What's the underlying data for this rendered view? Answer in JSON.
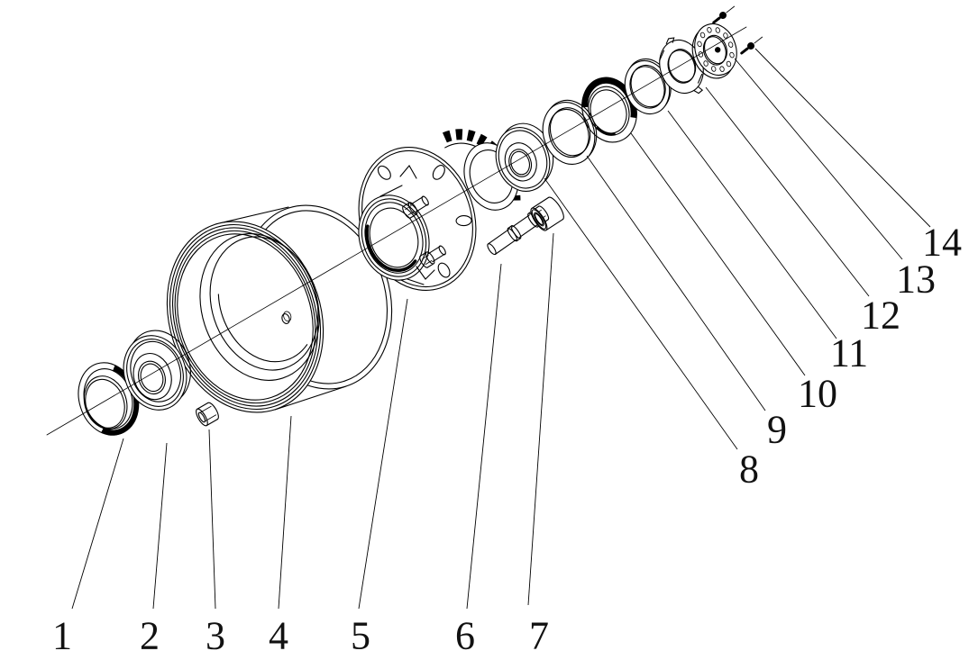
{
  "figure": {
    "background": "#ffffff",
    "line_color": "#000000",
    "label_color": "#111111",
    "label_font_size": 44,
    "type": "exploded-assembly-diagram"
  },
  "callouts": [
    {
      "label": "1",
      "part": "seal-ring-inner",
      "text": [
        69,
        706
      ],
      "leader": [
        137,
        487,
        80,
        676
      ]
    },
    {
      "label": "2",
      "part": "inner-tapered-bearing",
      "text": [
        166,
        706
      ],
      "leader": [
        185,
        492,
        170,
        676
      ]
    },
    {
      "label": "3",
      "part": "hex-nut",
      "text": [
        239,
        706
      ],
      "leader": [
        232,
        477,
        239,
        676
      ]
    },
    {
      "label": "4",
      "part": "brake-drum",
      "text": [
        309,
        706
      ],
      "leader": [
        323,
        462,
        309,
        676
      ]
    },
    {
      "label": "5",
      "part": "wheel-hub",
      "text": [
        400,
        706
      ],
      "leader": [
        452,
        332,
        398,
        676
      ]
    },
    {
      "label": "6",
      "part": "wheel-stud-bolt",
      "text": [
        516,
        706
      ],
      "leader": [
        556,
        293,
        518,
        676
      ]
    },
    {
      "label": "7",
      "part": "spacer-sleeve",
      "text": [
        598,
        706
      ],
      "leader": [
        614,
        259,
        586,
        672
      ]
    },
    {
      "label": "8",
      "part": "outer-tapered-bearing",
      "text": [
        831,
        521
      ],
      "leader": [
        604,
        198,
        818,
        499
      ]
    },
    {
      "label": "9",
      "part": "thrust-washer",
      "text": [
        862,
        477
      ],
      "leader": [
        651,
        173,
        849,
        456
      ]
    },
    {
      "label": "10",
      "part": "oil-seal",
      "text": [
        907,
        437
      ],
      "leader": [
        700,
        148,
        893,
        417
      ]
    },
    {
      "label": "11",
      "part": "flat-washer",
      "text": [
        942,
        392
      ],
      "leader": [
        741,
        123,
        928,
        376
      ]
    },
    {
      "label": "12",
      "part": "tab-lock-washer",
      "text": [
        977,
        350
      ],
      "leader": [
        783,
        97,
        964,
        329
      ]
    },
    {
      "label": "13",
      "part": "lock-plate-flange",
      "text": [
        1016,
        310
      ],
      "leader": [
        815,
        65,
        1001,
        288
      ]
    },
    {
      "label": "14",
      "part": "retaining-screws",
      "text": [
        1045,
        269
      ],
      "leader": [
        838,
        54,
        1032,
        252
      ]
    }
  ]
}
